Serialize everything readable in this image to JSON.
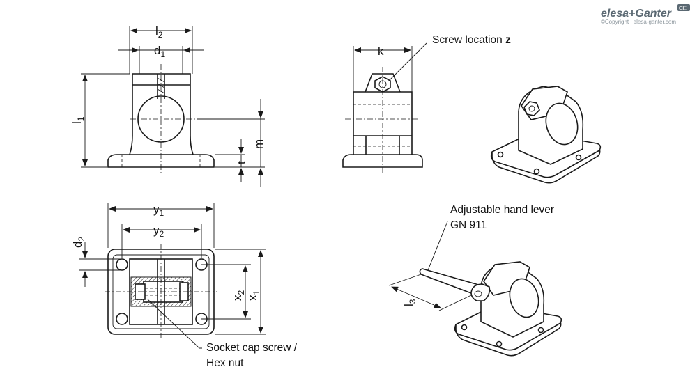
{
  "brand": {
    "name": "elesa+Ganter",
    "copyright": "©Copyright | elesa-ganter.com"
  },
  "dimensions": {
    "l2": {
      "base": "l",
      "sub": "2"
    },
    "d1": {
      "base": "d",
      "sub": "1"
    },
    "l1": {
      "base": "l",
      "sub": "1"
    },
    "m": {
      "base": "m",
      "sub": ""
    },
    "t": {
      "base": "t",
      "sub": ""
    },
    "k": {
      "base": "k",
      "sub": ""
    },
    "y1": {
      "base": "y",
      "sub": "1"
    },
    "y2": {
      "base": "y",
      "sub": "2"
    },
    "d2": {
      "base": "d",
      "sub": "2"
    },
    "x1": {
      "base": "x",
      "sub": "1"
    },
    "x2": {
      "base": "x",
      "sub": "2"
    },
    "l3": {
      "base": "l",
      "sub": "3"
    }
  },
  "callouts": {
    "screw_location": {
      "text": "Screw location ",
      "bold": "z"
    },
    "hand_lever": {
      "line1": "Adjustable hand lever",
      "line2": "GN 911"
    },
    "socket_screw": {
      "line1": "Socket cap screw /",
      "line2": "Hex nut"
    }
  }
}
